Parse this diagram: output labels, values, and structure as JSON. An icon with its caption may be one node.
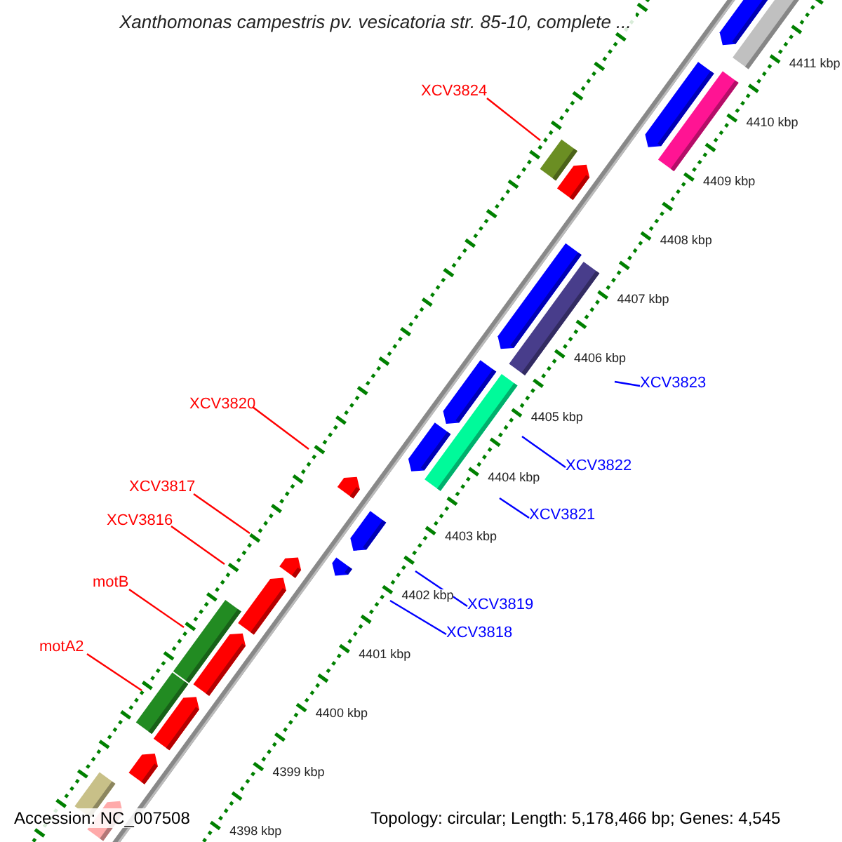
{
  "diagram": {
    "title": "Xanthomonas campestris pv. vesicatoria str. 85-10, complete ...",
    "nodes": [
      {
        "text": [
          "XCV3824"
        ]
      },
      {
        "text": [
          "XCV3823"
        ]
      },
      {
        "text": [
          "XCV3820"
        ]
      },
      {
        "text": [
          "XCV3822"
        ]
      },
      {
        "text": [
          "XCV3817"
        ]
      },
      {
        "text": [
          "XCV3821"
        ]
      },
      {
        "text": [
          "XCV3816"
        ]
      },
      {
        "text": [
          "motB"
        ]
      },
      {
        "text": [
          "XCV3819"
        ]
      },
      {
        "text": [
          "XCV3818"
        ]
      },
      {
        "text": [
          "motA2"
        ]
      }
    ],
    "edges": [
      {
        "from": 0,
        "to": null,
        "arrow": "none"
      },
      {
        "from": 1,
        "to": null,
        "arrow": "none",
        "color": "#0000ff"
      },
      {
        "from": 2,
        "to": null,
        "arrow": "none"
      },
      {
        "from": 3,
        "to": null,
        "arrow": "none",
        "color": "#0000ff"
      },
      {
        "from": 4,
        "to": null,
        "arrow": "none"
      },
      {
        "from": 5,
        "to": null,
        "arrow": "none",
        "color": "#0000ff"
      },
      {
        "from": 6,
        "to": null,
        "arrow": "none"
      },
      {
        "from": 7,
        "to": null,
        "arrow": "none"
      },
      {
        "from": 8,
        "to": null,
        "arrow": "none",
        "color": "#0000ff"
      },
      {
        "from": 9,
        "to": null,
        "arrow": "none",
        "color": "#0000ff"
      },
      {
        "from": 10,
        "to": null,
        "arrow": "none"
      }
    ],
    "labels": [
      "4411 kbp",
      "4410 kbp",
      "4409 kbp",
      "4408 kbp",
      "4407 kbp",
      "4406 kbp",
      "4405 kbp",
      "4404 kbp",
      "4403 kbp",
      "4402 kbp",
      "4401 kbp",
      "4400 kbp",
      "4399 kbp",
      "4398 kbp",
      "Accession: NC_007508",
      "Topology: circular; Length: 5,178,466 bp; Genes: 4,545"
    ]
  }
}
